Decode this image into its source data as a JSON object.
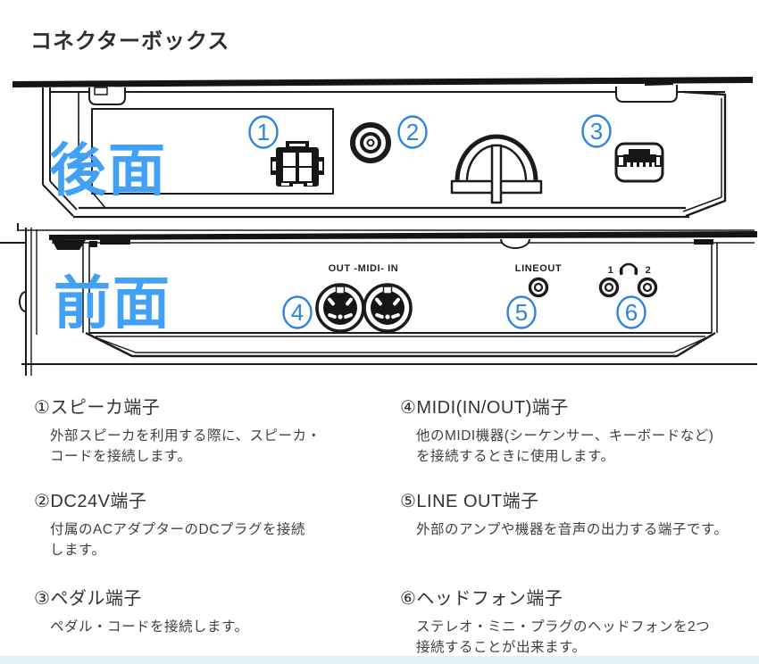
{
  "page": {
    "title": "コネクターボックス",
    "accent_text_blue": "#42a0f7",
    "callout_blue": "#2e84dd",
    "bottom_bar_color": "#e4f2f8"
  },
  "rear_view": {
    "label": "後面",
    "callout_1": "1",
    "callout_2": "2",
    "callout_3": "3"
  },
  "front_view": {
    "label": "前面",
    "midi_label": "OUT -MIDI- IN",
    "lineout_label": "LINEOUT",
    "phones_left": "1",
    "phones_right": "2",
    "callout_4": "4",
    "callout_5": "5",
    "callout_6": "6"
  },
  "descriptions": {
    "left": [
      {
        "heading": "①スピーカ端子",
        "body": "外部スピーカを利用する際に、スピーカ・\nコードを接続します。"
      },
      {
        "heading": "②DC24V端子",
        "body": "付属のACアダプターのDCプラグを接続\nします。"
      },
      {
        "heading": "③ペダル端子",
        "body": "ペダル・コードを接続します。"
      }
    ],
    "right": [
      {
        "heading": "④MIDI(IN/OUT)端子",
        "body": "他のMIDI機器(シーケンサー、キーボードなど)\nを接続するときに使用します。"
      },
      {
        "heading": "⑤LINE OUT端子",
        "body": "外部のアンプや機器を音声の出力する端子です。"
      },
      {
        "heading": "⑥ヘッドフォン端子",
        "body": "ステレオ・ミニ・プラグのヘッドフォンを2つ\n接続することが出来ます。"
      }
    ]
  }
}
